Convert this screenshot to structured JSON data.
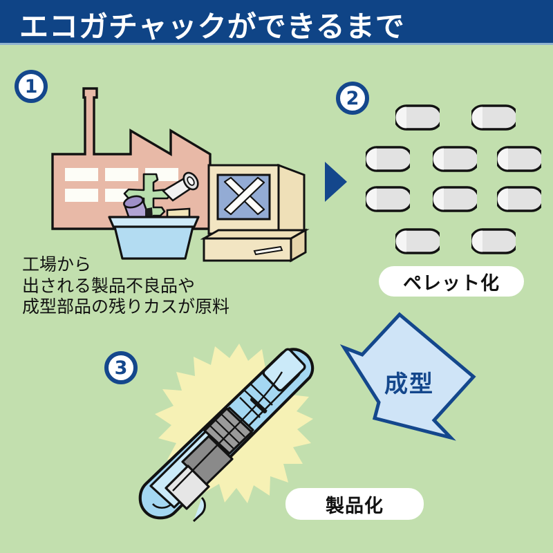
{
  "header": {
    "title": "エコガチャックができるまで",
    "bg_color": "#0f4486",
    "text_color": "#ffffff"
  },
  "page": {
    "background_color": "#c2dfae",
    "accent_blue": "#14478c",
    "light_blue": "#cfe4f7"
  },
  "steps": [
    {
      "number": "①",
      "badge_label": "1",
      "caption_lines": [
        "工場から",
        "出される製品不良品や",
        "成型部品の残りカスが原料"
      ],
      "illustration": "factory-with-scrap-bin-and-monitor",
      "factory_color": "#e8b9a7",
      "bin_color": "#b3dcf2",
      "monitor_color": "#efe0b8",
      "monitor_screen_color": "#93abd4",
      "monitor_mark": "x-mark"
    },
    {
      "number": "②",
      "badge_label": "2",
      "label": "ペレット化",
      "illustration": "plastic-pellet-grid",
      "pellet_color": "#e0e0e0",
      "pellet_rows": [
        2,
        3,
        3,
        2
      ],
      "pellet_count": 10
    },
    {
      "number": "③",
      "badge_label": "3",
      "label": "製品化",
      "illustration": "eco-gachuck-clip",
      "clip_color": "#a4d7f2",
      "burst_color": "#f6f1b5"
    }
  ],
  "arrows": {
    "right_triangle": {
      "direction": "right",
      "color": "#14478c"
    },
    "molding": {
      "direction": "down-left",
      "label": "成型",
      "fill_color": "#cfe4f7",
      "stroke_color": "#14478c",
      "text_color": "#14478c"
    }
  }
}
